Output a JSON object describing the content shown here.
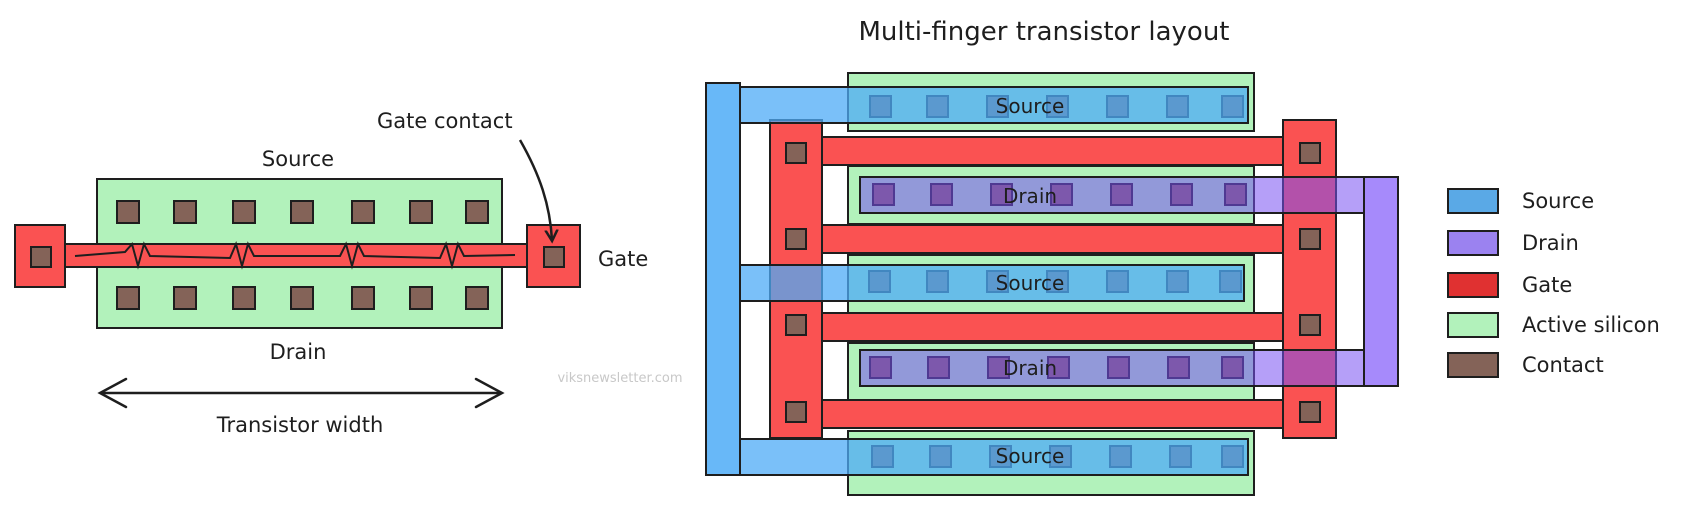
{
  "single": {
    "source_label": "Source",
    "drain_label": "Drain",
    "gate_label": "Gate",
    "gate_contact_label": "Gate contact",
    "width_label": "Transistor width"
  },
  "multi": {
    "title": "Multi-finger transistor layout",
    "fingers": [
      {
        "label": "Source",
        "kind": "source"
      },
      {
        "label": "Drain",
        "kind": "drain"
      },
      {
        "label": "Source",
        "kind": "source"
      },
      {
        "label": "Drain",
        "kind": "drain"
      },
      {
        "label": "Source",
        "kind": "source"
      }
    ]
  },
  "legend": [
    {
      "label": "Source",
      "color": "#5aa9e6"
    },
    {
      "label": "Drain",
      "color": "#9b82f0"
    },
    {
      "label": "Gate",
      "color": "#e03131"
    },
    {
      "label": "Active silicon",
      "color": "#b2f2bb"
    },
    {
      "label": "Contact",
      "color": "#846358"
    }
  ],
  "watermark": "viksnewsletter.com",
  "colors": {
    "active": "#b2f2bb",
    "gate": "#fa5252",
    "source": "#4dabf7",
    "drain": "#9775fa",
    "contact": "#846358",
    "stroke": "#1e1e1e"
  }
}
